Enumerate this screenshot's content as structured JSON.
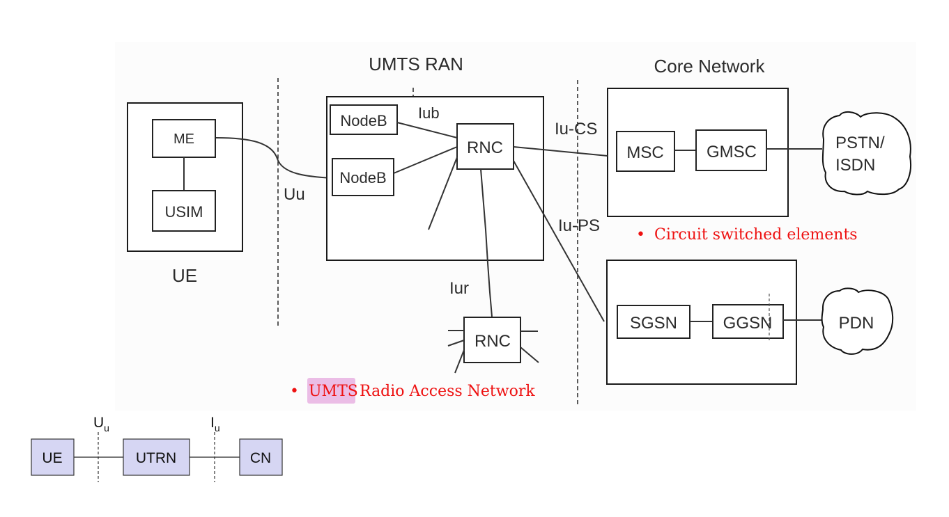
{
  "diagram": {
    "sections": {
      "ue": "UE",
      "ran": "UMTS RAN",
      "core": "Core Network"
    },
    "nodes": {
      "me": "ME",
      "usim": "USIM",
      "nodeb1": "NodeB",
      "nodeb2": "NodeB",
      "rnc1": "RNC",
      "rnc2": "RNC",
      "msc": "MSC",
      "gmsc": "GMSC",
      "sgsn": "SGSN",
      "ggsn": "GGSN",
      "pstn_line1": "PSTN/",
      "pstn_line2": "ISDN",
      "pdn": "PDN"
    },
    "interfaces": {
      "uu": "Uu",
      "iub": "Iub",
      "iur": "Iur",
      "iu_cs": "Iu-CS",
      "iu_ps": "Iu-PS"
    },
    "annotations": {
      "circuit_bullet": "•",
      "circuit": "Circuit switched elements",
      "ran_bullet": "•",
      "ran_highlight": "UMTS",
      "ran_rest": "Radio Access Network",
      "highlight_color": "#ebbde6",
      "text_color": "#ee1111"
    },
    "simple": {
      "ue": "UE",
      "utrn": "UTRN",
      "cn": "CN",
      "uu_main": "U",
      "uu_sub": "u",
      "iu_main": "I",
      "iu_sub": "u",
      "box_color": "#d6d6f3"
    }
  }
}
